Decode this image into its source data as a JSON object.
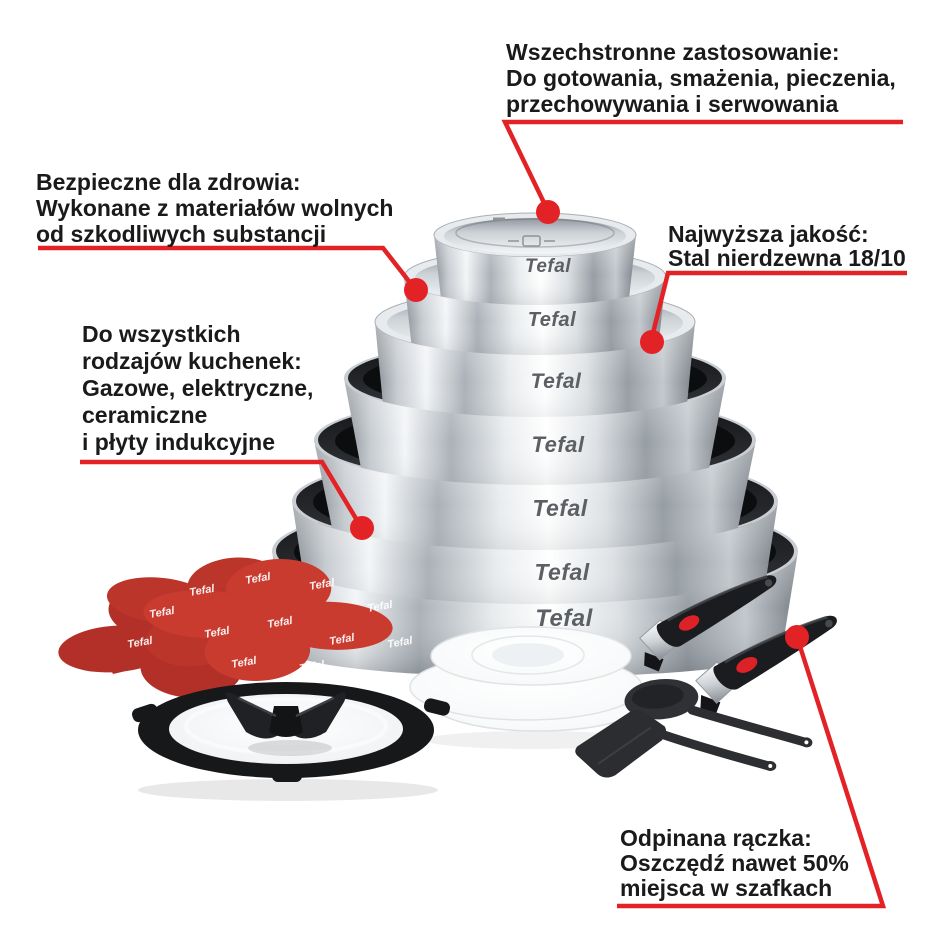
{
  "colors": {
    "background": "#ffffff",
    "accent_red": "#e32226",
    "felt_red": "#c93a2f",
    "steel_gray": "#c7ccd1",
    "dark_rim": "#141518",
    "text": "#1a1a1a"
  },
  "brand": {
    "logo_text": "Tefal",
    "felt_pattern_text": "Tefal"
  },
  "annotations": {
    "versatile": {
      "lines": [
        "Wszechstronne zastosowanie:",
        "Do gotowania, smażenia, pieczenia,",
        "przechowywania i serwowania"
      ]
    },
    "safe": {
      "lines": [
        "Bezpieczne dla zdrowia:",
        "Wykonane z materiałów wolnych",
        "od szkodliwych substancji"
      ]
    },
    "quality": {
      "lines": [
        "Najwyższa jakość:",
        "Stal nierdzewna 18/10"
      ]
    },
    "hobs": {
      "lines": [
        "Do wszystkich",
        "rodzajów kuchenek:",
        "Gazowe, elektryczne,",
        "ceramiczne",
        "i płyty indukcyjne"
      ]
    },
    "handle": {
      "lines": [
        "Odpinana rączka:",
        "Oszczędź nawet 50%",
        "miejsca w szafkach"
      ]
    }
  }
}
